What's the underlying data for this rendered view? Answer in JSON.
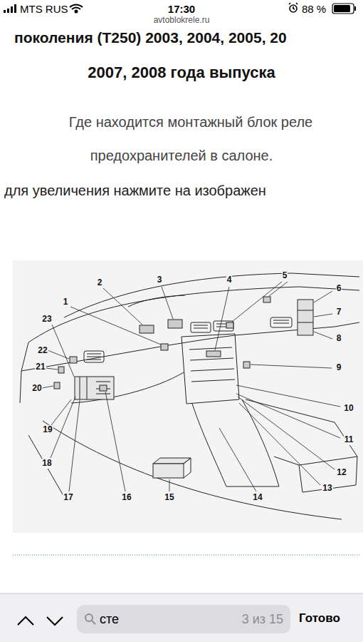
{
  "diagram": {
    "nodes": [
      {
        "text": [
          "сте",
          "3 из 15"
        ]
      }
    ],
    "labels": [
      "MTS RUS",
      "17:30",
      "88 %",
      "avtoblokrele.ru",
      "поколения (T250) 2003, 2004, 2005, 20",
      "2007, 2008 года выпуска",
      "Где находится монтажный блок реле",
      "предохранителей в салоне.",
      "для увеличения нажмите на изображен",
      "1",
      "2",
      "3",
      "4",
      "5",
      "6",
      "7",
      "8",
      "9",
      "10",
      "11",
      "12",
      "13",
      "14",
      "15",
      "16",
      "17",
      "18",
      "19",
      "20",
      "21",
      "22",
      "23",
      "Готово"
    ]
  }
}
